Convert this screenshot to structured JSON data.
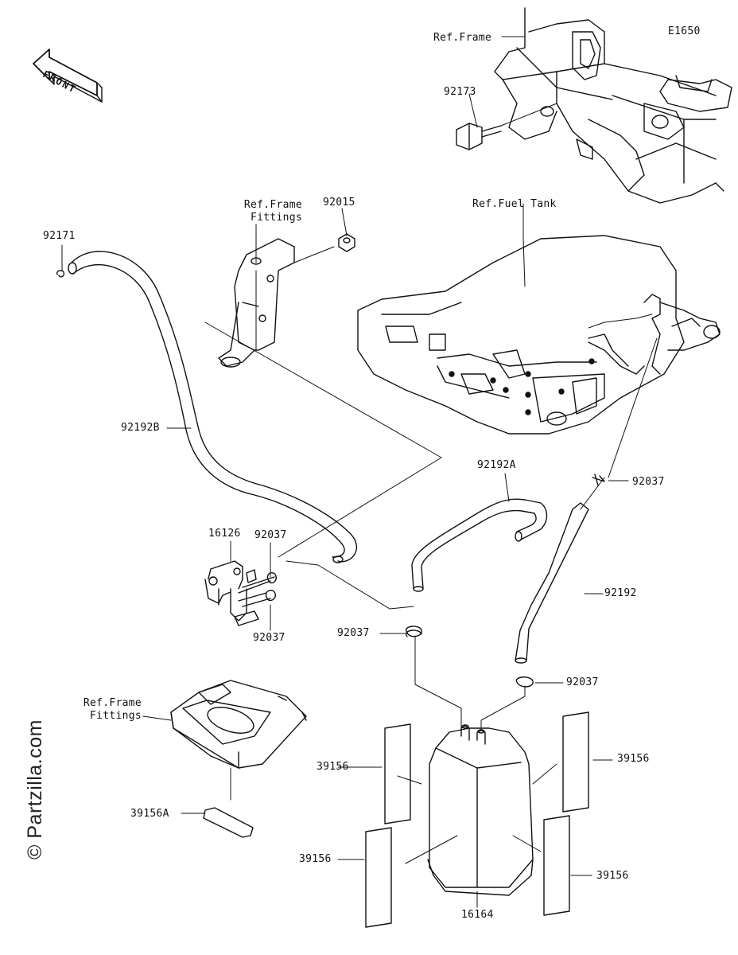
{
  "diagram_id": "E1650",
  "front_label": "FRONT",
  "watermark": "© Partzilla.com",
  "refs": {
    "frame": "Ref.Frame",
    "frame_fittings_top": "Ref.Frame\nFittings",
    "fuel_tank": "Ref.Fuel Tank",
    "frame_fittings_bottom": "Ref.Frame\nFittings"
  },
  "parts": {
    "p92173": "92173",
    "p92015": "92015",
    "p92171": "92171",
    "p92192B": "92192B",
    "p92192A": "92192A",
    "p92037_right": "92037",
    "p16126": "16126",
    "p92037_top": "92037",
    "p92037_bottom": "92037",
    "p92192": "92192",
    "p92037_mid": "92037",
    "p92037_lower_right": "92037",
    "p39156_right": "39156",
    "p39156_left": "39156",
    "p39156A": "39156A",
    "p39156_bottom_left": "39156",
    "p39156_bottom_right": "39156",
    "p16164": "16164"
  }
}
